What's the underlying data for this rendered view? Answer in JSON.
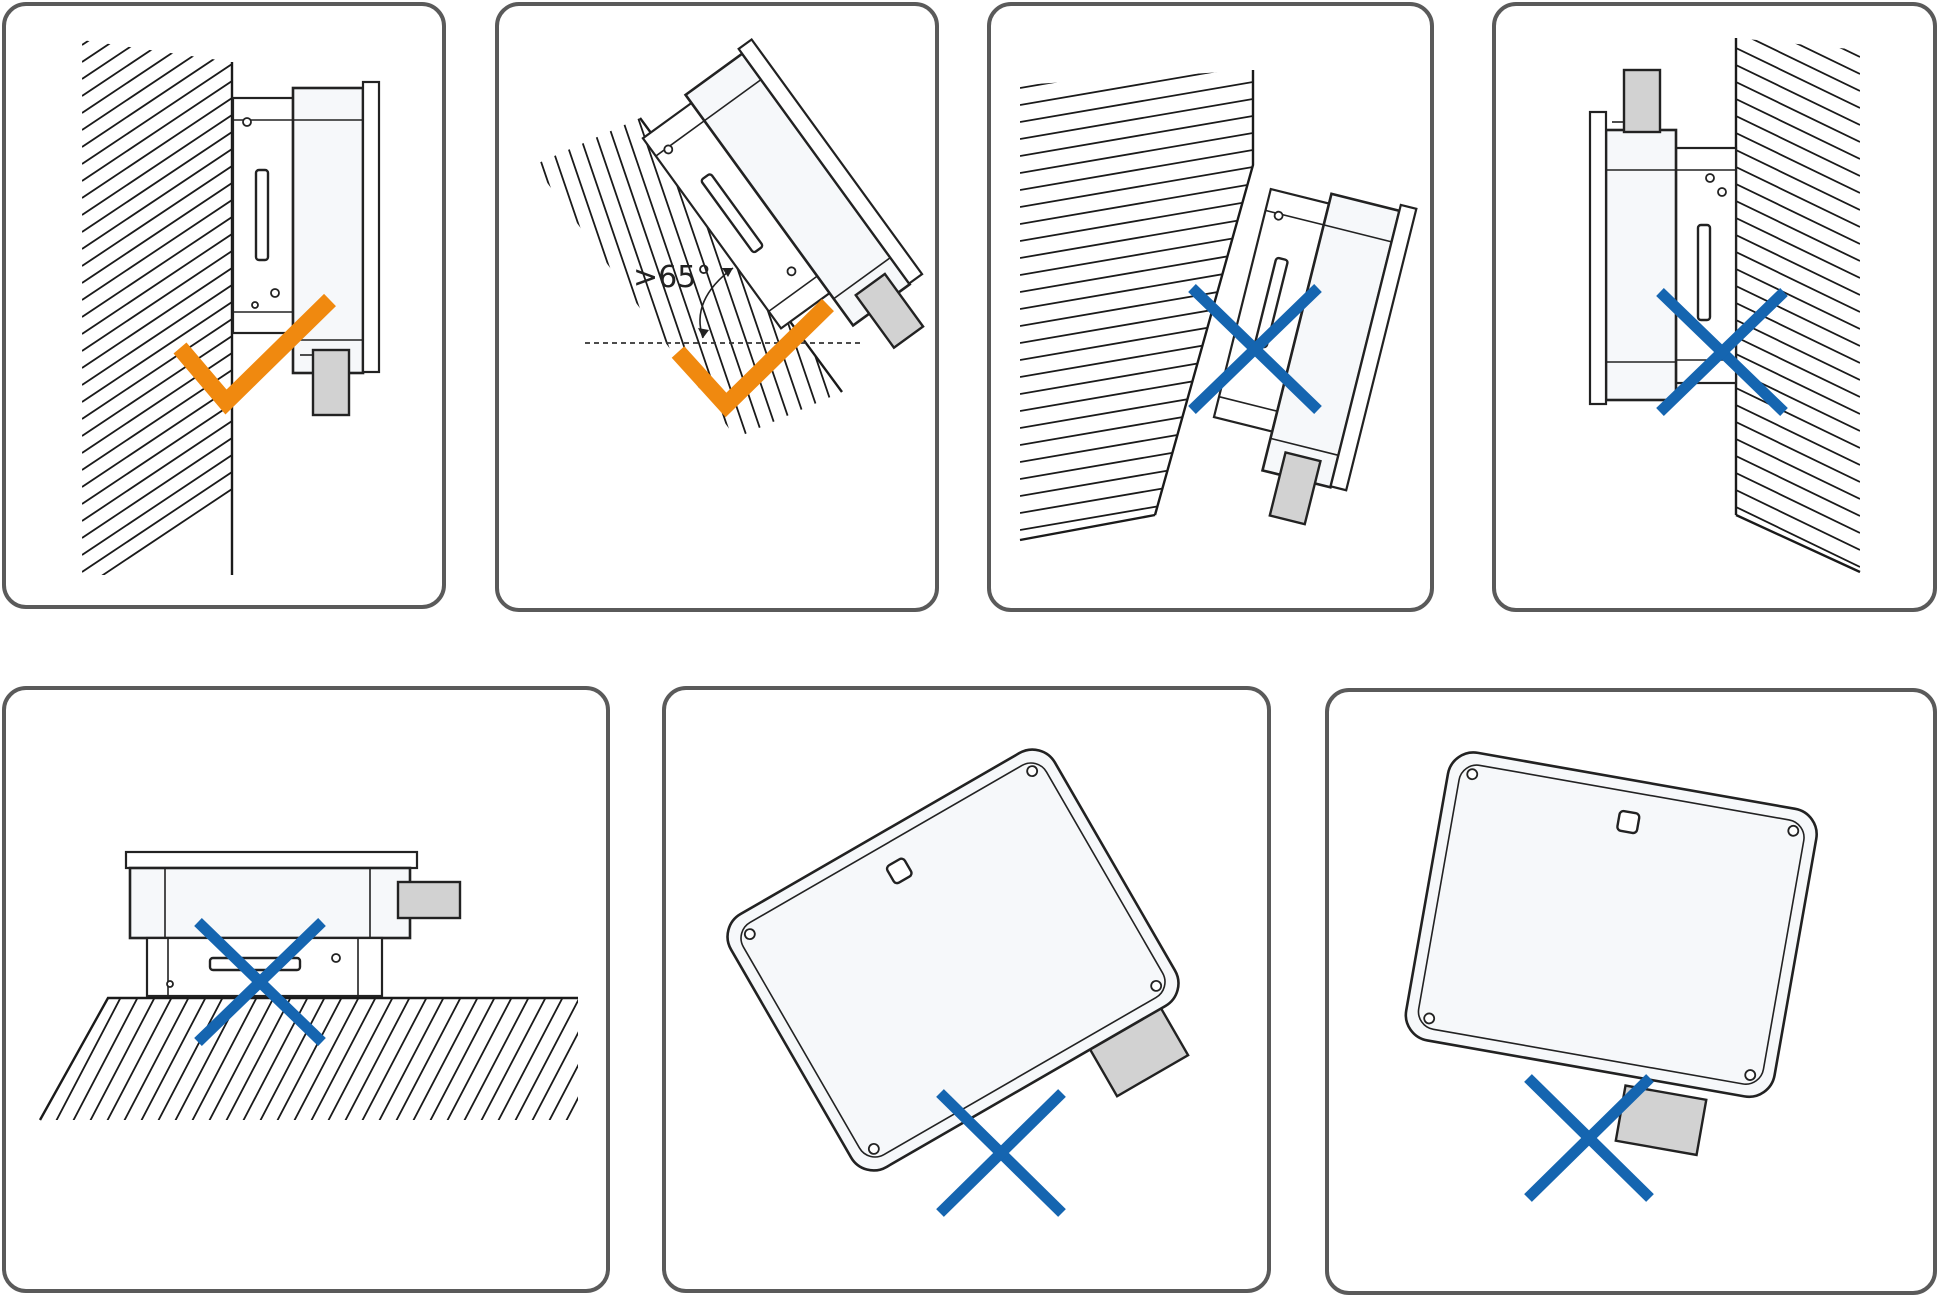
{
  "panels": [
    {
      "id": "vertical-wall",
      "mark": "check-icon",
      "acceptable": true
    },
    {
      "id": "tilted-back-wall",
      "mark": "check-icon",
      "acceptable": true,
      "angle_label": ">65°"
    },
    {
      "id": "tilted-forward-wall",
      "mark": "cross-icon",
      "acceptable": false
    },
    {
      "id": "upside-down-wall",
      "mark": "cross-icon",
      "acceptable": false
    },
    {
      "id": "horizontal-floor",
      "mark": "cross-icon",
      "acceptable": false
    },
    {
      "id": "rotated-right",
      "mark": "cross-icon",
      "acceptable": false
    },
    {
      "id": "rotated-left",
      "mark": "cross-icon",
      "acceptable": false
    }
  ],
  "colors": {
    "acceptable_mark": "#f0890f",
    "unacceptable_mark": "#1565b0",
    "panel_border": "#5a5a5a"
  }
}
